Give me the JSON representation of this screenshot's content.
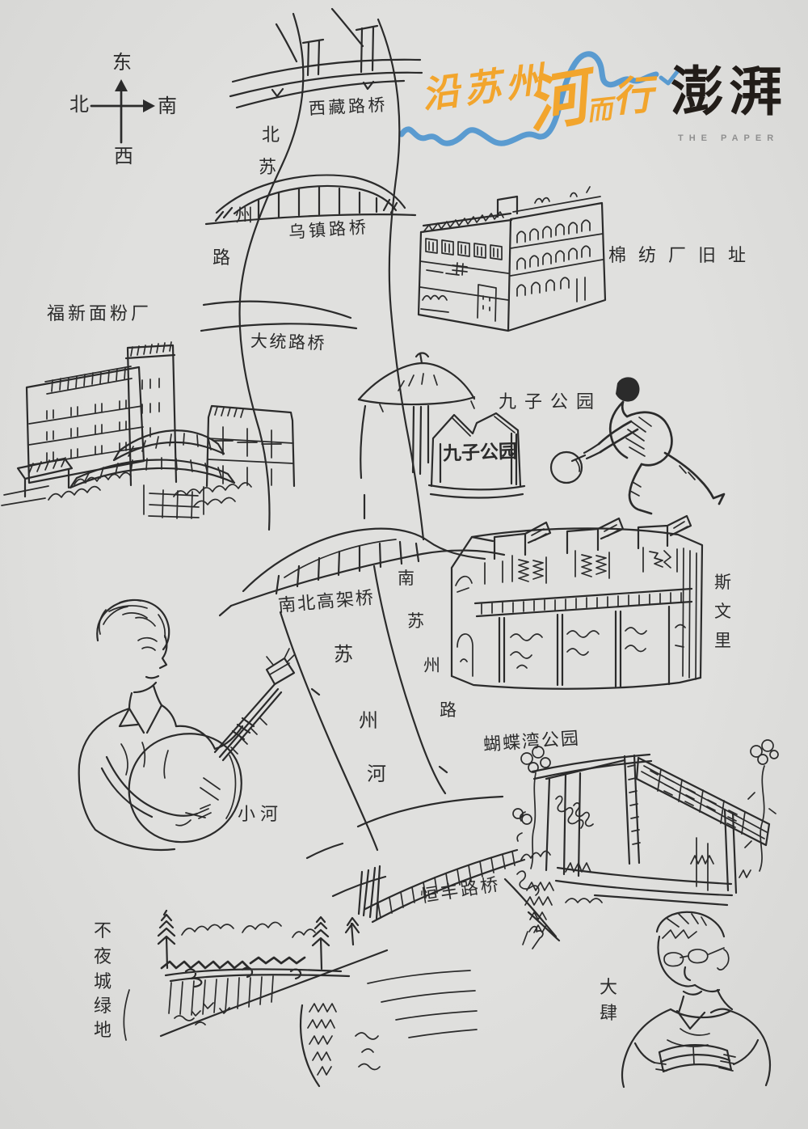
{
  "page": {
    "paper_color": "#dcdcda",
    "ink_color": "#2b2b2b"
  },
  "compass": {
    "top": "东",
    "left": "北",
    "right": "南",
    "bottom": "西"
  },
  "logo": {
    "title_seg1": "沿苏州",
    "title_seg2": "河",
    "title_seg3": "而",
    "title_seg4": "行",
    "brand": "澎湃",
    "brand_subtitle": "THE PAPER",
    "title_color": "#f2a52d",
    "wave_color": "#5a9bd0",
    "brand_color": "#221d19"
  },
  "labels": {
    "bridge_xizang": "西藏路桥",
    "bridge_wuzhen": "乌镇路桥",
    "bridge_datong": "大统路桥",
    "bridge_viaduct": "南北高架桥",
    "bridge_hengfeng": "恒丰路桥",
    "cotton_mill": "棉纺厂旧址",
    "flour_mill": "福新面粉厂",
    "jiuzi_park": "九子公园",
    "jiuzi_gate_sign": "九子公园",
    "butterfly_bay": "蝴蝶湾公园",
    "musician": "小河"
  },
  "vertical_labels": {
    "north_suzhou_road": [
      "北",
      "苏",
      "州",
      "路"
    ],
    "south_suzhou_road": [
      "南",
      "苏",
      "州",
      "路"
    ],
    "suzhou_river": [
      "苏",
      "州",
      "河"
    ],
    "siwenli": [
      "斯",
      "文",
      "里"
    ],
    "buyecheng_green": [
      "不",
      "夜",
      "城",
      "绿",
      "地"
    ],
    "dasi": [
      "大",
      "肆"
    ]
  }
}
